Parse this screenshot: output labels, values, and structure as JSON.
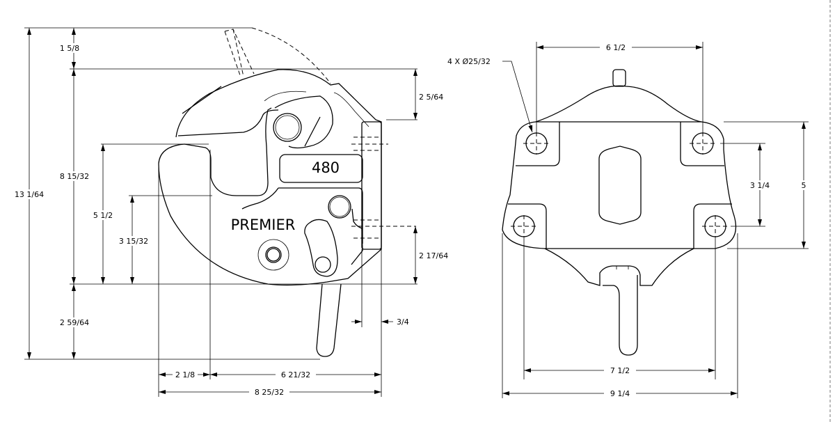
{
  "side_view": {
    "model_label": "480",
    "brand_label": "PREMIER",
    "dimensions": {
      "overall_height": "13 1/64",
      "top_handle": "1 5/8",
      "body_height": "8 15/32",
      "bottom_handle": "2 59/64",
      "hook_height": "5 1/2",
      "throat_height": "3 15/32",
      "top_to_mount": "2 5/64",
      "bottom_to_mount": "2 17/64",
      "plate_thickness": "3/4",
      "nose_width": "2 1/8",
      "nose_to_plate": "6 21/32",
      "overall_depth": "8 25/32"
    }
  },
  "rear_view": {
    "hole_callout": "4 X Ø25/32",
    "dimensions": {
      "top_hole_spacing": "6 1/2",
      "vertical_hole_spacing": "3 1/4",
      "plate_height": "5",
      "bottom_hole_spacing": "7 1/2",
      "overall_width": "9 1/4"
    }
  }
}
